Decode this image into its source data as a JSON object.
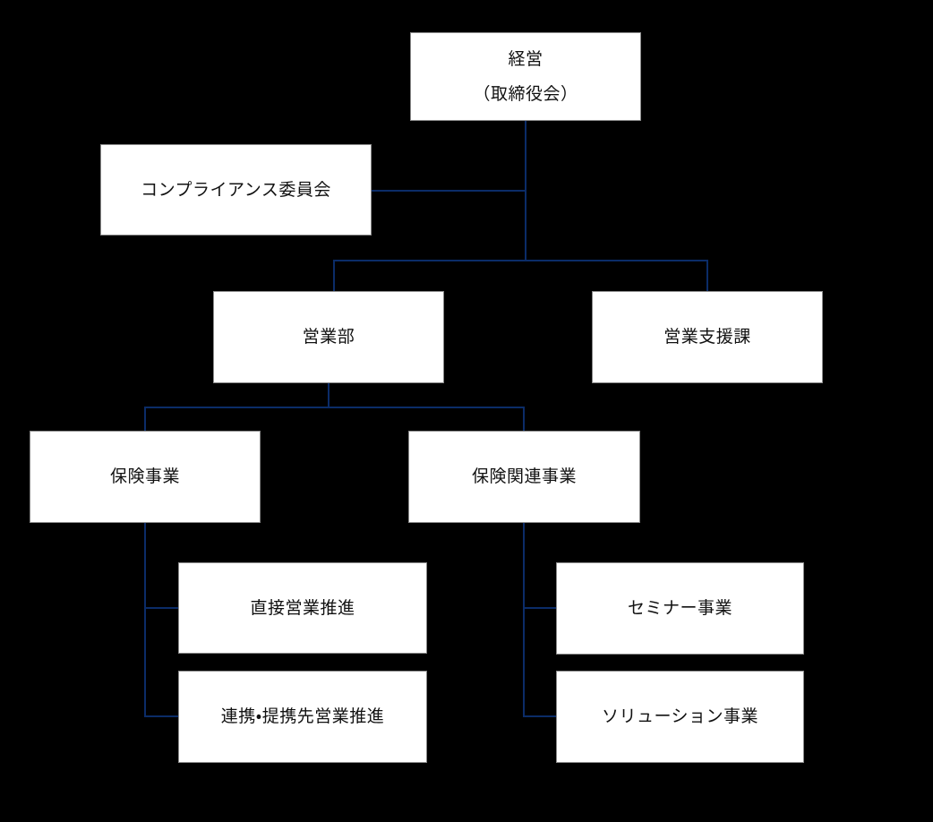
{
  "org_chart": {
    "type": "organization-chart",
    "background_color": "#000000",
    "box_fill_color": "#ffffff",
    "box_border_color": "#8a8a8a",
    "text_color": "#111111",
    "connector_color": "#0b2c68",
    "nodes": {
      "management": {
        "label_line1": "経営",
        "label_line2": "（取締役会）"
      },
      "compliance": {
        "label": "コンプライアンス委員会"
      },
      "sales_dept": {
        "label": "営業部"
      },
      "sales_support": {
        "label": "営業支援課"
      },
      "insurance": {
        "label": "保険事業"
      },
      "insurance_related": {
        "label": "保険関連事業"
      },
      "direct_sales": {
        "label": "直接営業推進"
      },
      "partner_sales": {
        "label": "連携・提携先営業推進"
      },
      "seminar": {
        "label": "セミナー事業"
      },
      "solution": {
        "label": "ソリューション事業"
      }
    },
    "edges": [
      {
        "from": "management",
        "to": "compliance"
      },
      {
        "from": "management",
        "to": "sales_dept"
      },
      {
        "from": "management",
        "to": "sales_support"
      },
      {
        "from": "sales_dept",
        "to": "insurance"
      },
      {
        "from": "sales_dept",
        "to": "insurance_related"
      },
      {
        "from": "insurance",
        "to": "direct_sales"
      },
      {
        "from": "insurance",
        "to": "partner_sales"
      },
      {
        "from": "insurance_related",
        "to": "seminar"
      },
      {
        "from": "insurance_related",
        "to": "solution"
      }
    ]
  }
}
